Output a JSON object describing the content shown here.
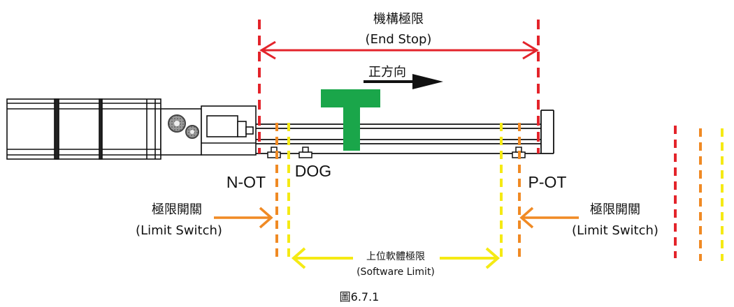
{
  "end_stop": {
    "title_zh": "機構極限",
    "title_en": "(End Stop)",
    "color": "#e3242b"
  },
  "direction": {
    "label": "正方向"
  },
  "carriage": {
    "color": "#1aa64a"
  },
  "sensors": {
    "n_ot": "N-OT",
    "dog": "DOG",
    "p_ot": "P-OT"
  },
  "limit_switch_left": {
    "title_zh": "極限開關",
    "title_en": "(Limit Switch)"
  },
  "limit_switch_right": {
    "title_zh": "極限開關",
    "title_en": "(Limit Switch)"
  },
  "software_limit": {
    "title_zh": "上位軟體極限",
    "title_en": "(Software Limit)",
    "color": "#f5ea14"
  },
  "limit_switch_color": "#f08a24",
  "caption": "圖6.7.1"
}
